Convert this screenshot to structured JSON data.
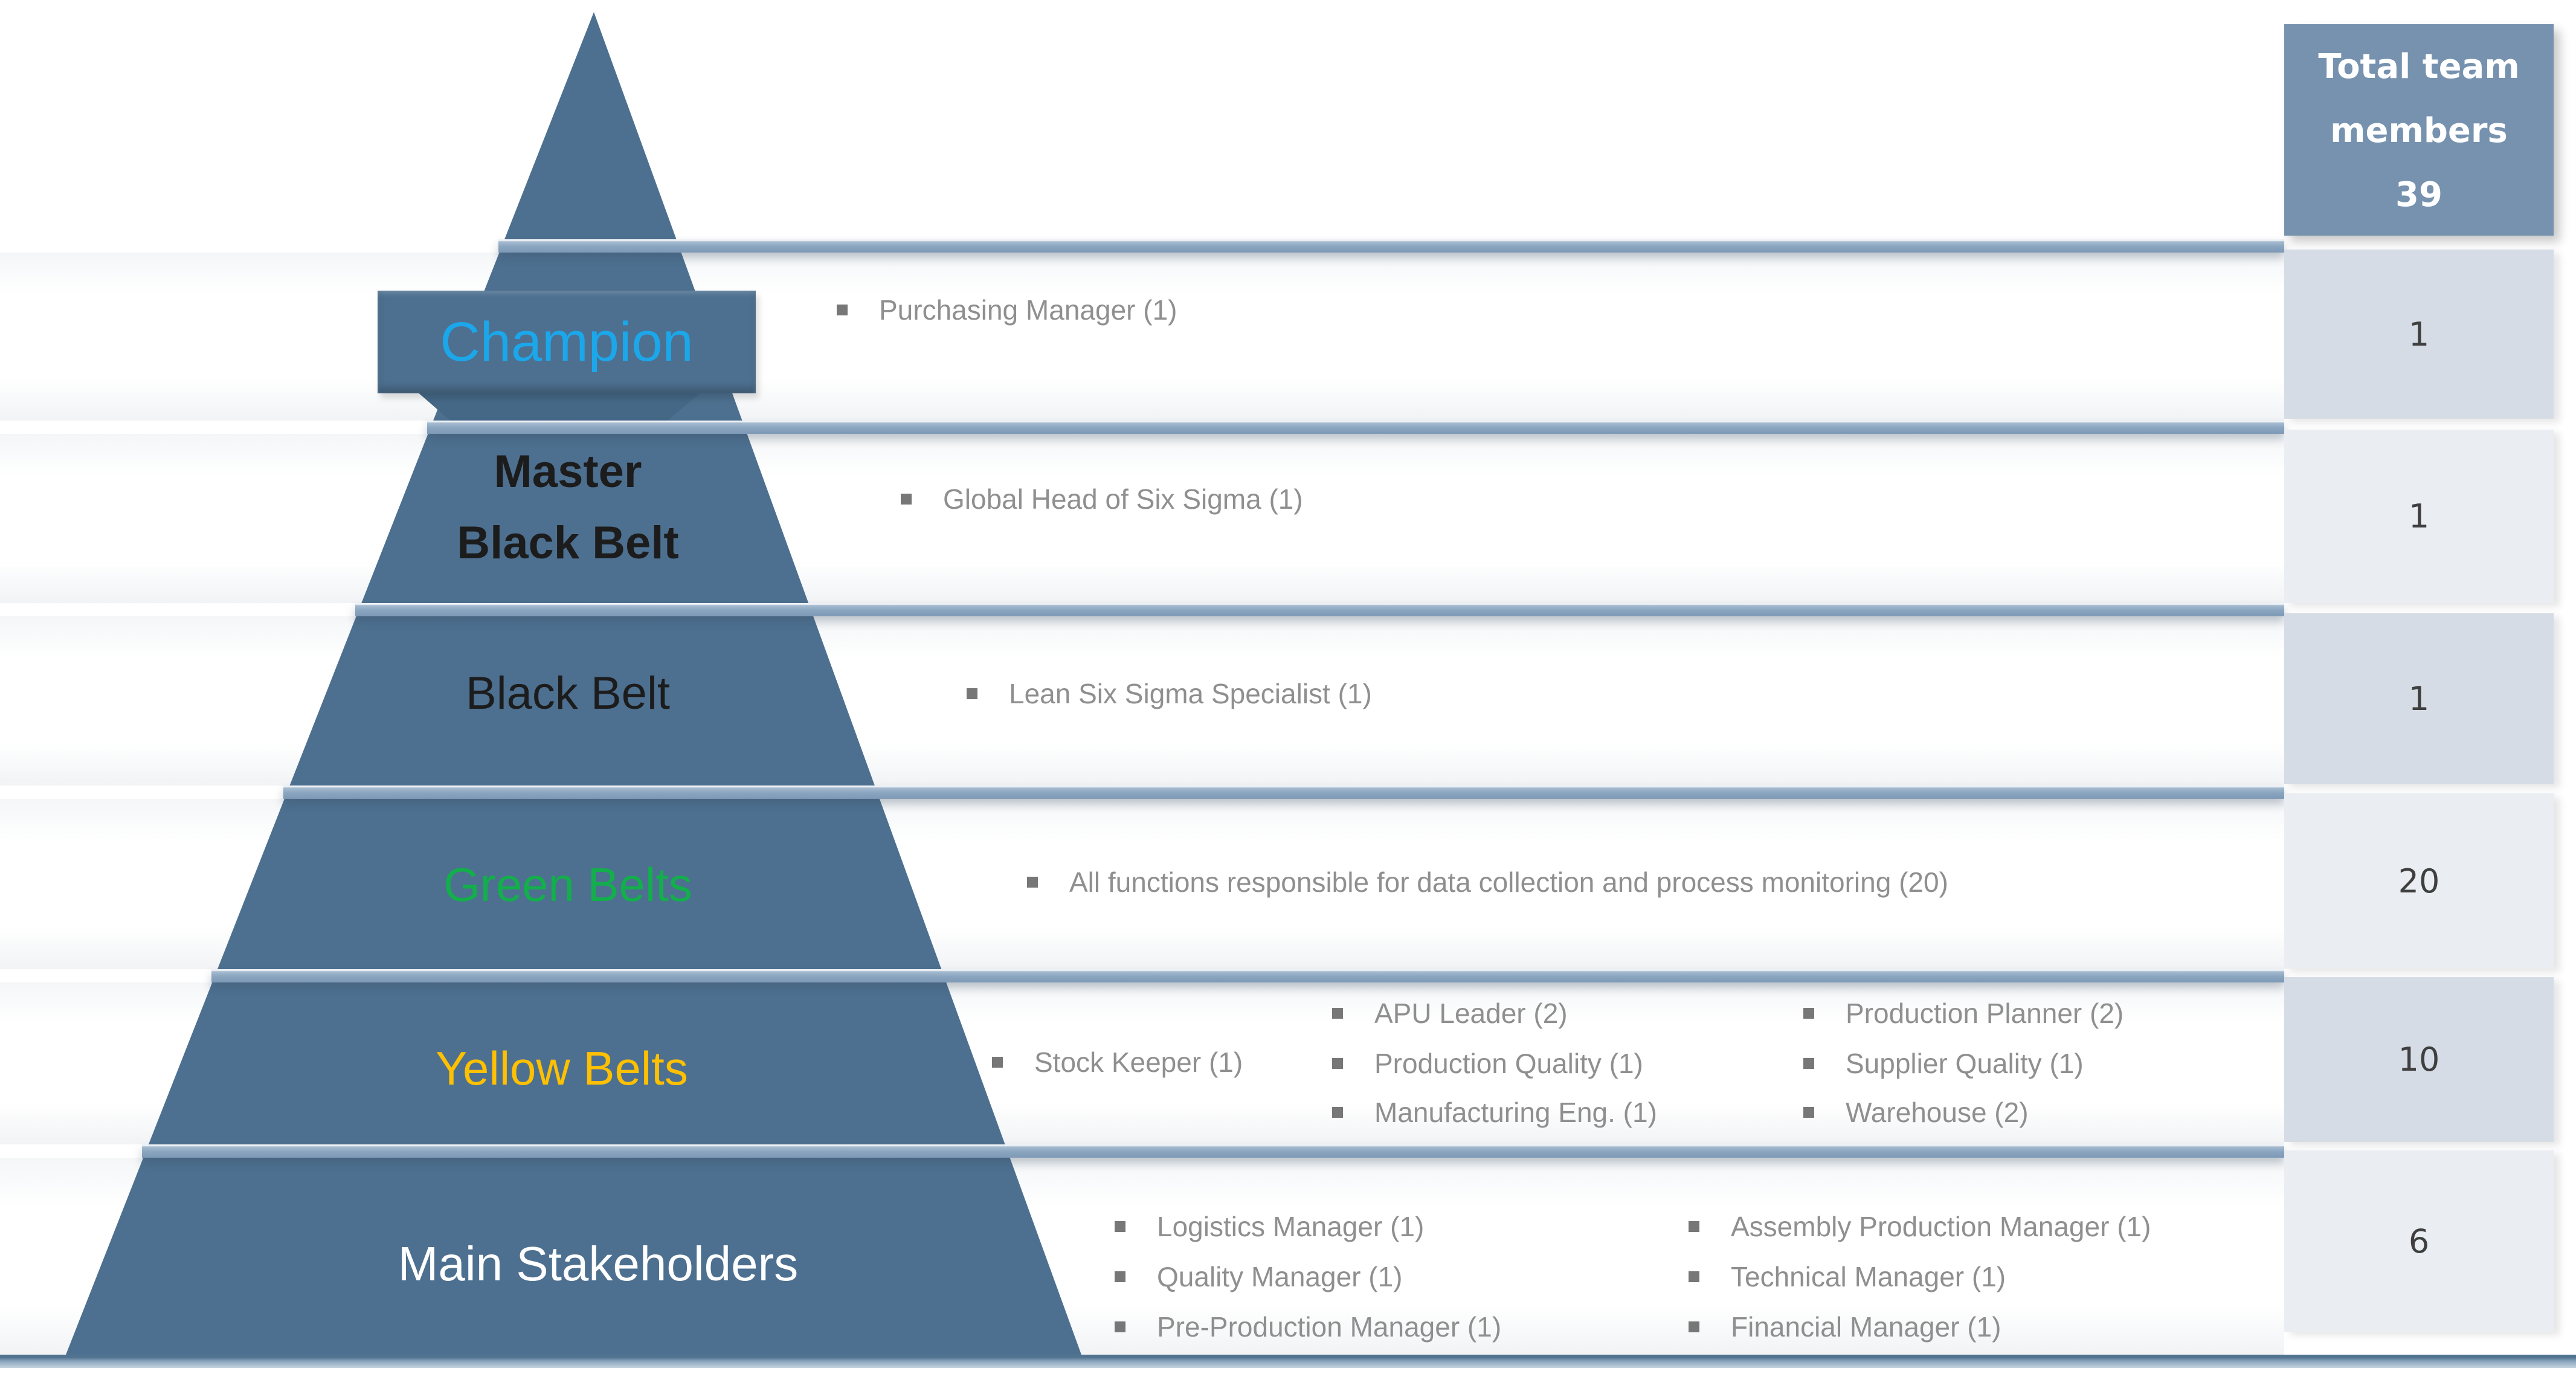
{
  "summary_column": {
    "header_line1": "Total team",
    "header_line2": "members",
    "total": "39"
  },
  "levels": [
    {
      "label": "Champion",
      "count": "1",
      "text_color": "#1BA7EA"
    },
    {
      "label": "Master\nBlack Belt",
      "count": "1",
      "text_color": "#1C1C1C"
    },
    {
      "label": "Black Belt",
      "count": "1",
      "text_color": "#1C1C1C"
    },
    {
      "label": "Green Belts",
      "count": "20",
      "text_color": "#12AF4B"
    },
    {
      "label": "Yellow Belts",
      "count": "10",
      "text_color": "#FFC000"
    },
    {
      "label": "Main Stakeholders",
      "count": "6",
      "text_color": "#FFFFFF"
    }
  ],
  "roles": {
    "champion": {
      "items": [
        "Purchasing Manager (1)"
      ]
    },
    "master_black_belt": {
      "items": [
        "Global Head of Six Sigma (1)"
      ]
    },
    "black_belt": {
      "items": [
        "Lean Six Sigma Specialist (1)"
      ]
    },
    "green_belts": {
      "items": [
        "All functions responsible for data collection and process monitoring (20)"
      ]
    },
    "yellow_belts": {
      "columns": [
        [
          "Stock Keeper (1)"
        ],
        [
          "APU Leader (2)",
          "Production Quality (1)",
          "Manufacturing Eng. (1)"
        ],
        [
          "Production Planner (2)",
          "Supplier Quality (1)",
          "Warehouse (2)"
        ]
      ]
    },
    "main_stakeholders": {
      "columns": [
        [
          "Logistics Manager (1)",
          "Quality Manager (1)",
          "Pre-Production Manager (1)"
        ],
        [
          "Assembly Production Manager (1)",
          "Technical Manager (1)",
          "Financial Manager (1)"
        ]
      ]
    }
  },
  "colors": {
    "pyramid": "#4D7090",
    "divider_bar": "#8AA5C0",
    "header_bg": "#7692AF",
    "row_dark": "#D6DCE5",
    "row_light": "#EAEDF2",
    "bullet_text": "#8F8F8F",
    "count_text": "#3F3F3F"
  }
}
